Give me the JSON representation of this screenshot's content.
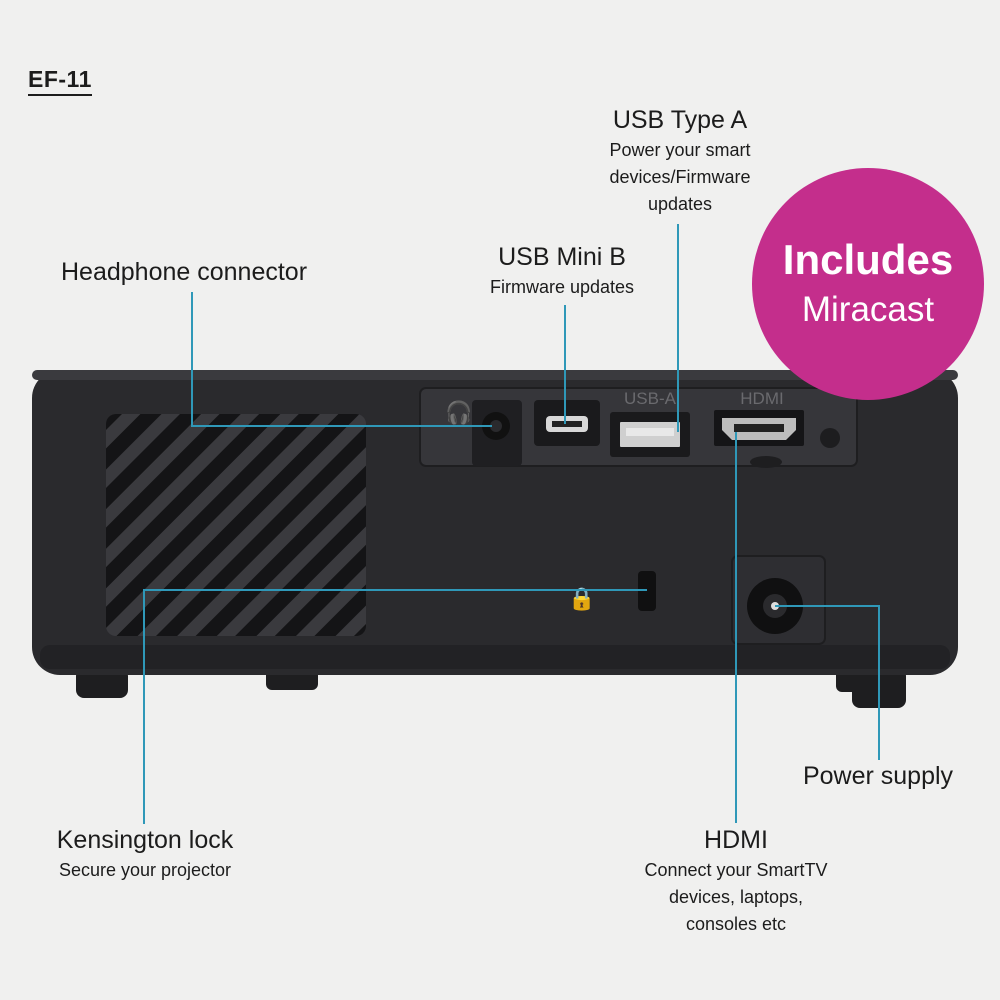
{
  "model": "EF-11",
  "badge": {
    "line1": "Includes",
    "line2": "Miracast"
  },
  "device_labels": {
    "usb_a": "USB-A",
    "hdmi": "HDMI"
  },
  "callouts": {
    "usb_type_a": {
      "title": "USB Type A",
      "lines": [
        "Power your smart",
        "devices/Firmware",
        "updates"
      ]
    },
    "usb_mini_b": {
      "title": "USB Mini B",
      "lines": [
        "Firmware updates"
      ]
    },
    "headphone": {
      "title": "Headphone connector"
    },
    "kensington": {
      "title": "Kensington lock",
      "lines": [
        "Secure your projector"
      ]
    },
    "hdmi": {
      "title": "HDMI",
      "lines": [
        "Connect your SmartTV",
        "devices, laptops,",
        "consoles etc"
      ]
    },
    "power": {
      "title": "Power supply"
    }
  },
  "colors": {
    "background": "#f0f0ef",
    "projector": "#2a2a2d",
    "leader_line": "#2f98b8",
    "badge": "#c42e8c"
  }
}
